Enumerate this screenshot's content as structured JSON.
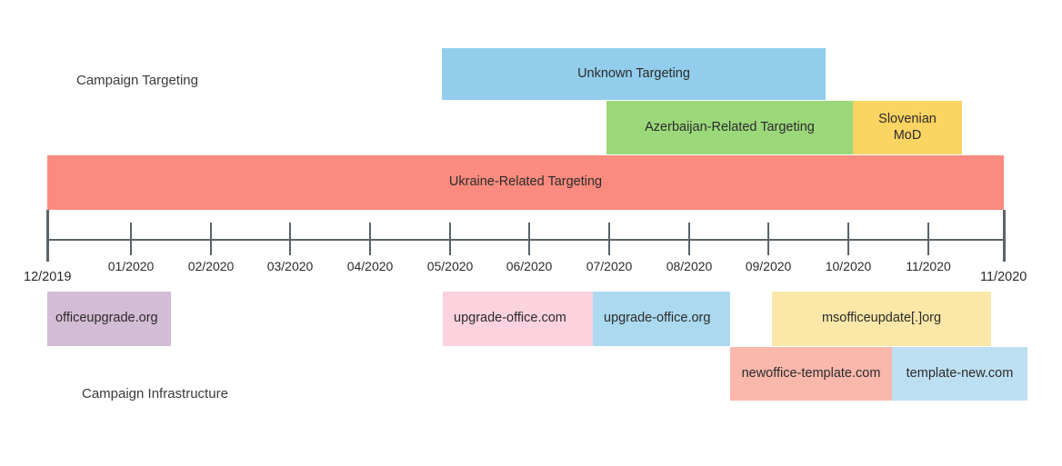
{
  "chart_data": {
    "type": "bar",
    "title": "",
    "subtitle": "",
    "xlabel": "",
    "ylabel": "",
    "orientation": "horizontal-timeline",
    "axis": {
      "start_label": "12/2019",
      "end_label": "11/2020",
      "tick_labels": [
        "01/2020",
        "02/2020",
        "03/2020",
        "04/2020",
        "05/2020",
        "06/2020",
        "07/2020",
        "08/2020",
        "09/2020",
        "10/2020",
        "11/2020"
      ],
      "months_total": 12,
      "grid": false,
      "legend": "none"
    },
    "sections": [
      {
        "name": "Campaign Targeting",
        "label": "Campaign Targeting",
        "position": "above-axis",
        "bars": [
          {
            "label": "Unknown Targeting",
            "start_month": "04/2020",
            "end_month": "09/2020",
            "start": 4.95,
            "end": 9.76,
            "row": 0,
            "color": "#92CDEC"
          },
          {
            "label": "Azerbaijan-Related Targeting",
            "start_month": "07/2020",
            "end_month": "10/2020",
            "start": 7.01,
            "end": 10.1,
            "row": 1,
            "color": "#9BD87A"
          },
          {
            "label": "Slovenian MoD",
            "start_month": "10/2020",
            "end_month": "11/2020",
            "start": 10.1,
            "end": 11.47,
            "row": 1,
            "color": "#FCD462"
          },
          {
            "label": "Ukraine-Related Targeting",
            "start_month": "12/2019",
            "end_month": "11/2020",
            "start": 0,
            "end": 12,
            "row": 2,
            "color": "#FA8B7E"
          }
        ]
      },
      {
        "name": "Campaign Infrastructure",
        "label": "Campaign Infrastructure",
        "position": "below-axis",
        "bars": [
          {
            "label": "officeupgrade.org",
            "start": 0,
            "end": 1.55,
            "row": 0,
            "color": "#D3BCD5"
          },
          {
            "label": "upgrade-office.com",
            "start": 4.96,
            "end": 6.84,
            "row": 0,
            "color": "#FBD2DE"
          },
          {
            "label": "upgrade-office.org",
            "start": 6.84,
            "end": 8.56,
            "row": 0,
            "color": "#ABD9EF"
          },
          {
            "label": "msofficeupdate[.]org",
            "start": 9.09,
            "end": 11.84,
            "row": 0,
            "color": "#FBE7A8"
          },
          {
            "label": "newoffice-template.com",
            "start": 8.56,
            "end": 10.59,
            "row": 1,
            "color": "#FAB7AC"
          },
          {
            "label": "template-new.com",
            "start": 10.59,
            "end": 12.29,
            "row": 1,
            "color": "#BCDFF1"
          }
        ]
      }
    ]
  },
  "axis": {
    "start_label": "12/2019",
    "end_label": "11/2020",
    "ticks": [
      {
        "label": "01/2020"
      },
      {
        "label": "02/2020"
      },
      {
        "label": "03/2020"
      },
      {
        "label": "04/2020"
      },
      {
        "label": "05/2020"
      },
      {
        "label": "06/2020"
      },
      {
        "label": "07/2020"
      },
      {
        "label": "08/2020"
      },
      {
        "label": "09/2020"
      },
      {
        "label": "10/2020"
      },
      {
        "label": "11/2020"
      }
    ]
  },
  "targeting": {
    "section_label": "Campaign Targeting",
    "bars": [
      {
        "label": "Unknown Targeting"
      },
      {
        "label": "Azerbaijan-Related Targeting"
      },
      {
        "label": "Slovenian\nMoD"
      },
      {
        "label": "Ukraine-Related Targeting"
      }
    ]
  },
  "infrastructure": {
    "section_label": "Campaign Infrastructure",
    "bars": [
      {
        "label": "officeupgrade.org"
      },
      {
        "label": "upgrade-office.com"
      },
      {
        "label": "upgrade-office.org"
      },
      {
        "label": "msofficeupdate[.]org"
      },
      {
        "label": "newoffice-template.com"
      },
      {
        "label": "template-new.com"
      }
    ]
  },
  "colors": {
    "unknown_targeting": "#92CDEC",
    "azerbaijan_targeting": "#9BD87A",
    "slovenian_mod": "#FCD462",
    "ukraine_targeting": "#FA8B7E",
    "officeupgrade": "#D3BCD5",
    "upgrade_office_com": "#FBD2DE",
    "upgrade_office_org": "#ABD9EF",
    "msofficeupdate": "#FBE7A8",
    "newoffice_template": "#FAB7AC",
    "template_new": "#BCDFF1",
    "axis": "#5a6368",
    "text": "#2b2b2b"
  }
}
